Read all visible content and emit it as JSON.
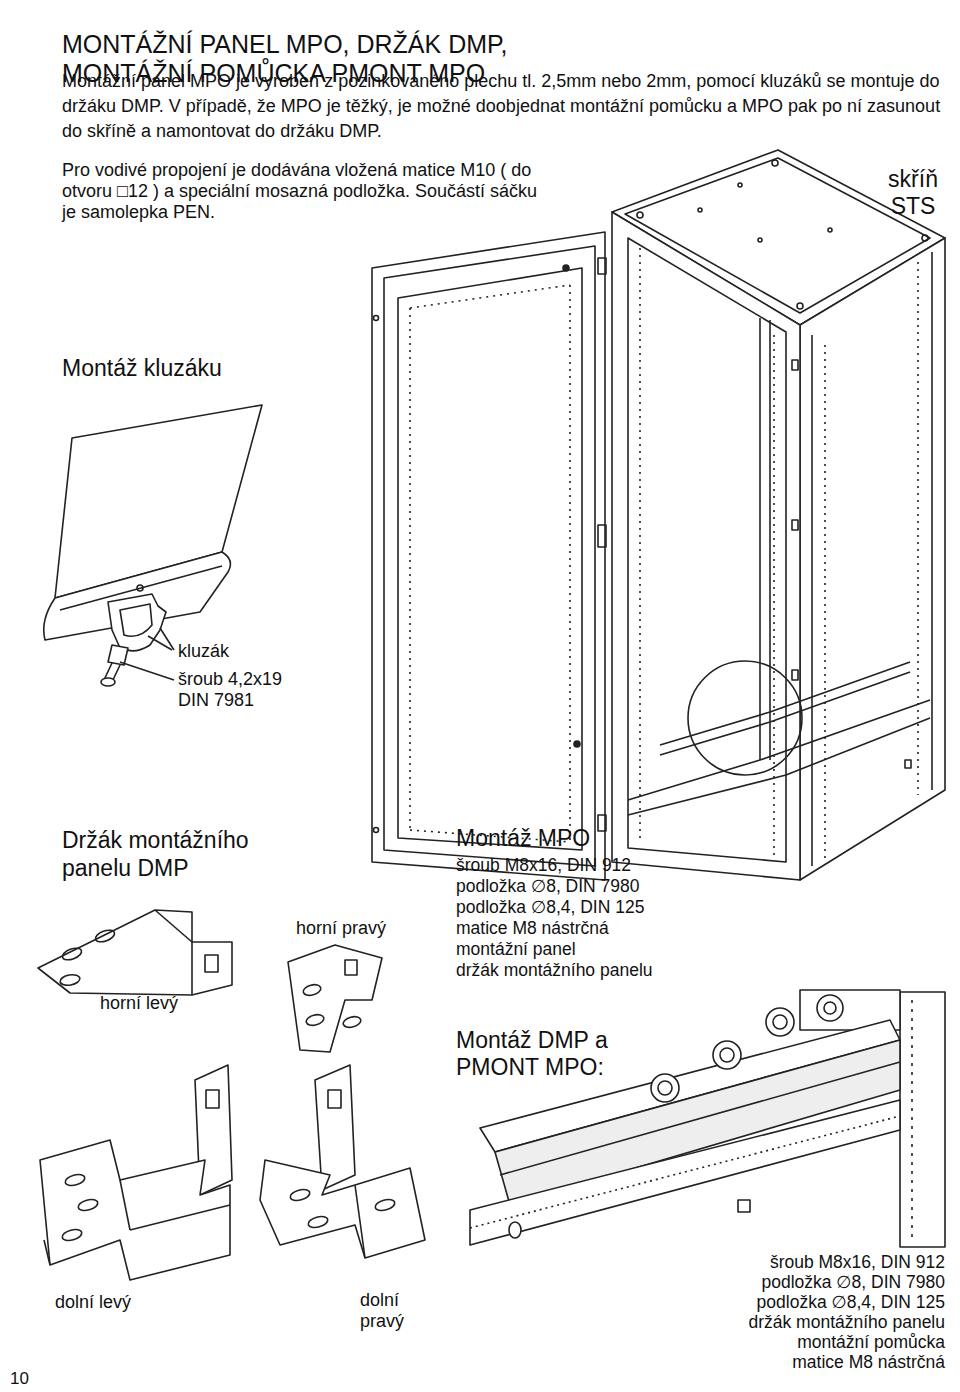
{
  "diagram": {
    "title": "MONTÁŽNÍ PANEL MPO, DRŽÁK DMP, MONTÁŽNÍ POMŮCKA PMONT MPO",
    "labels": [
      "Montážní panel MPO je vyroben z pozinkovaného plechu tl. 2,5mm nebo 2mm, pomocí kluzáků se montuje do držáku DMP. V případě, že MPO je těžký, je možné doobjednat montážní pomůcku a MPO pak po ní zasunout do skříně a namontovat do držáku DMP.",
      "Pro vodivé propojení je dodávána vložená matice M10 ( do otvoru □12 ) a speciální mosazná podložka. Součástí sáčku je samolepka PEN.",
      "skříň STS",
      "Montáž kluzáku",
      "kluzák",
      "šroub 4,2x19 DIN 7981",
      "Držák montážního panelu DMP",
      "Montáž MPO",
      "šroub M8x16, DIN 912",
      "podložka ∅8, DIN 7980",
      "podložka ∅8,4, DIN 125",
      "matice M8 nástrčná",
      "montážní panel",
      "držák montážního panelu",
      "horní pravý",
      "horní levý",
      "Montáž DMP a PMONT MPO:",
      "dolní levý",
      "dolní pravý",
      "šroub M8x16, DIN 912",
      "podložka ∅8, DIN 7980",
      "podložka ∅8,4, DIN 125",
      "držák montážního panelu",
      "montážní pomůcka",
      "matice M8 nástrčná",
      "10"
    ]
  }
}
